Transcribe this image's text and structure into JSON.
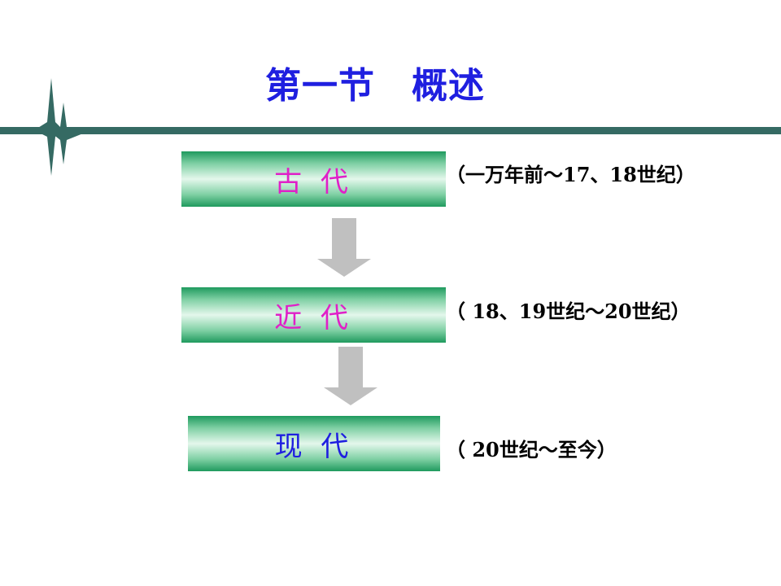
{
  "slide": {
    "title": "第一节　概述",
    "stages": [
      {
        "label": "古 代",
        "period": "（一万年前～17、18世纪）",
        "color": "#e020c8"
      },
      {
        "label": "近 代",
        "period": "（ 18、19世纪～20世纪）",
        "color": "#e020c8"
      },
      {
        "label": "现 代",
        "period": "（ 20世纪～至今）",
        "color": "#1f1fe0"
      }
    ]
  },
  "colors": {
    "title": "#1f1fe0",
    "rule": "#356a63",
    "arrow": "#c0c0c0",
    "box_dark": "#1f9a5e",
    "box_light": "#e4f7ec"
  },
  "icons": {
    "decoration": "four-point-star-icon",
    "flow": "down-arrow-icon"
  }
}
